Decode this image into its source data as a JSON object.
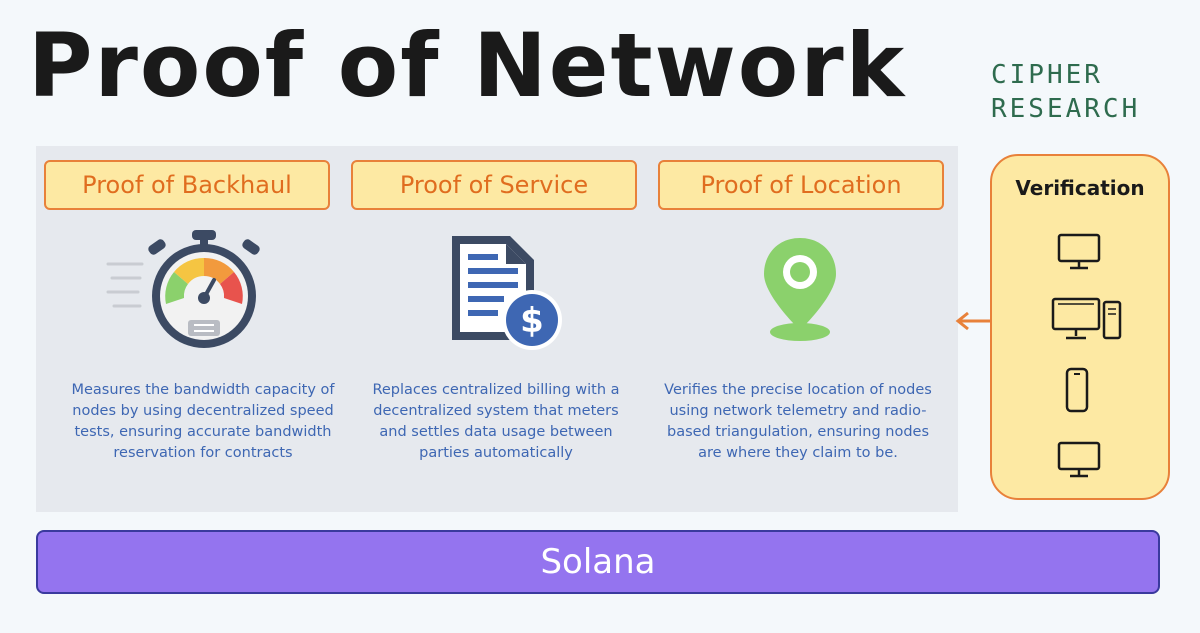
{
  "title": "Proof of Network",
  "brand": {
    "line1": "CIPHER",
    "line2": "RESEARCH"
  },
  "proofs": [
    {
      "label": "Proof of Backhaul",
      "icon": "stopwatch-speedometer-icon",
      "description": "Measures the bandwidth capacity of nodes by using decentralized speed tests, ensuring accurate bandwidth reservation for contracts"
    },
    {
      "label": "Proof of Service",
      "icon": "invoice-dollar-icon",
      "description": "Replaces centralized billing with a decentralized system that meters and settles data usage between parties automatically"
    },
    {
      "label": "Proof of Location",
      "icon": "location-pin-icon",
      "description": "Verifies the precise location of nodes using network telemetry and radio-based triangulation, ensuring nodes are where they claim to be."
    }
  ],
  "verification": {
    "title": "Verification",
    "devices": [
      "monitor-icon",
      "desktop-computer-icon",
      "smartphone-icon",
      "monitor-icon"
    ]
  },
  "chain": {
    "label": "Solana"
  },
  "colors": {
    "pill_fill": "#fde9a3",
    "pill_border": "#e8813a",
    "pill_text": "#e06d1f",
    "description_text": "#3e67b3",
    "chain_fill": "#9474ef",
    "brand_text": "#2e6b4e"
  }
}
